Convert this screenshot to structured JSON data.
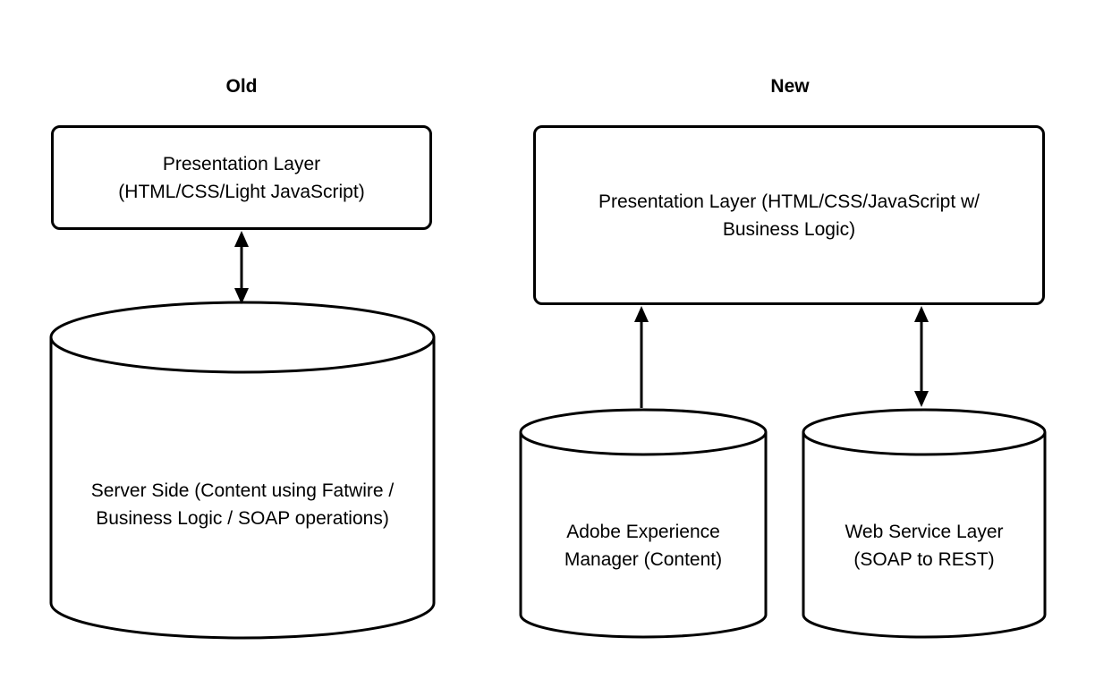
{
  "diagram": {
    "colors": {
      "stroke": "#000000",
      "background": "#ffffff",
      "text": "#000000"
    },
    "old": {
      "title": "Old",
      "presentation_box": {
        "lines": [
          "Presentation Layer",
          "(HTML/CSS/Light JavaScript)"
        ]
      },
      "server_cylinder": {
        "lines": [
          "Server Side (Content using Fatwire /",
          "Business Logic / SOAP operations)"
        ]
      }
    },
    "new": {
      "title": "New",
      "presentation_box": {
        "lines": [
          "Presentation Layer (HTML/CSS/JavaScript w/",
          "Business Logic)"
        ]
      },
      "aem_cylinder": {
        "lines": [
          "Adobe Experience",
          "Manager (Content)"
        ]
      },
      "web_service_cylinder": {
        "lines": [
          "Web Service Layer",
          "(SOAP to REST)"
        ]
      }
    }
  }
}
